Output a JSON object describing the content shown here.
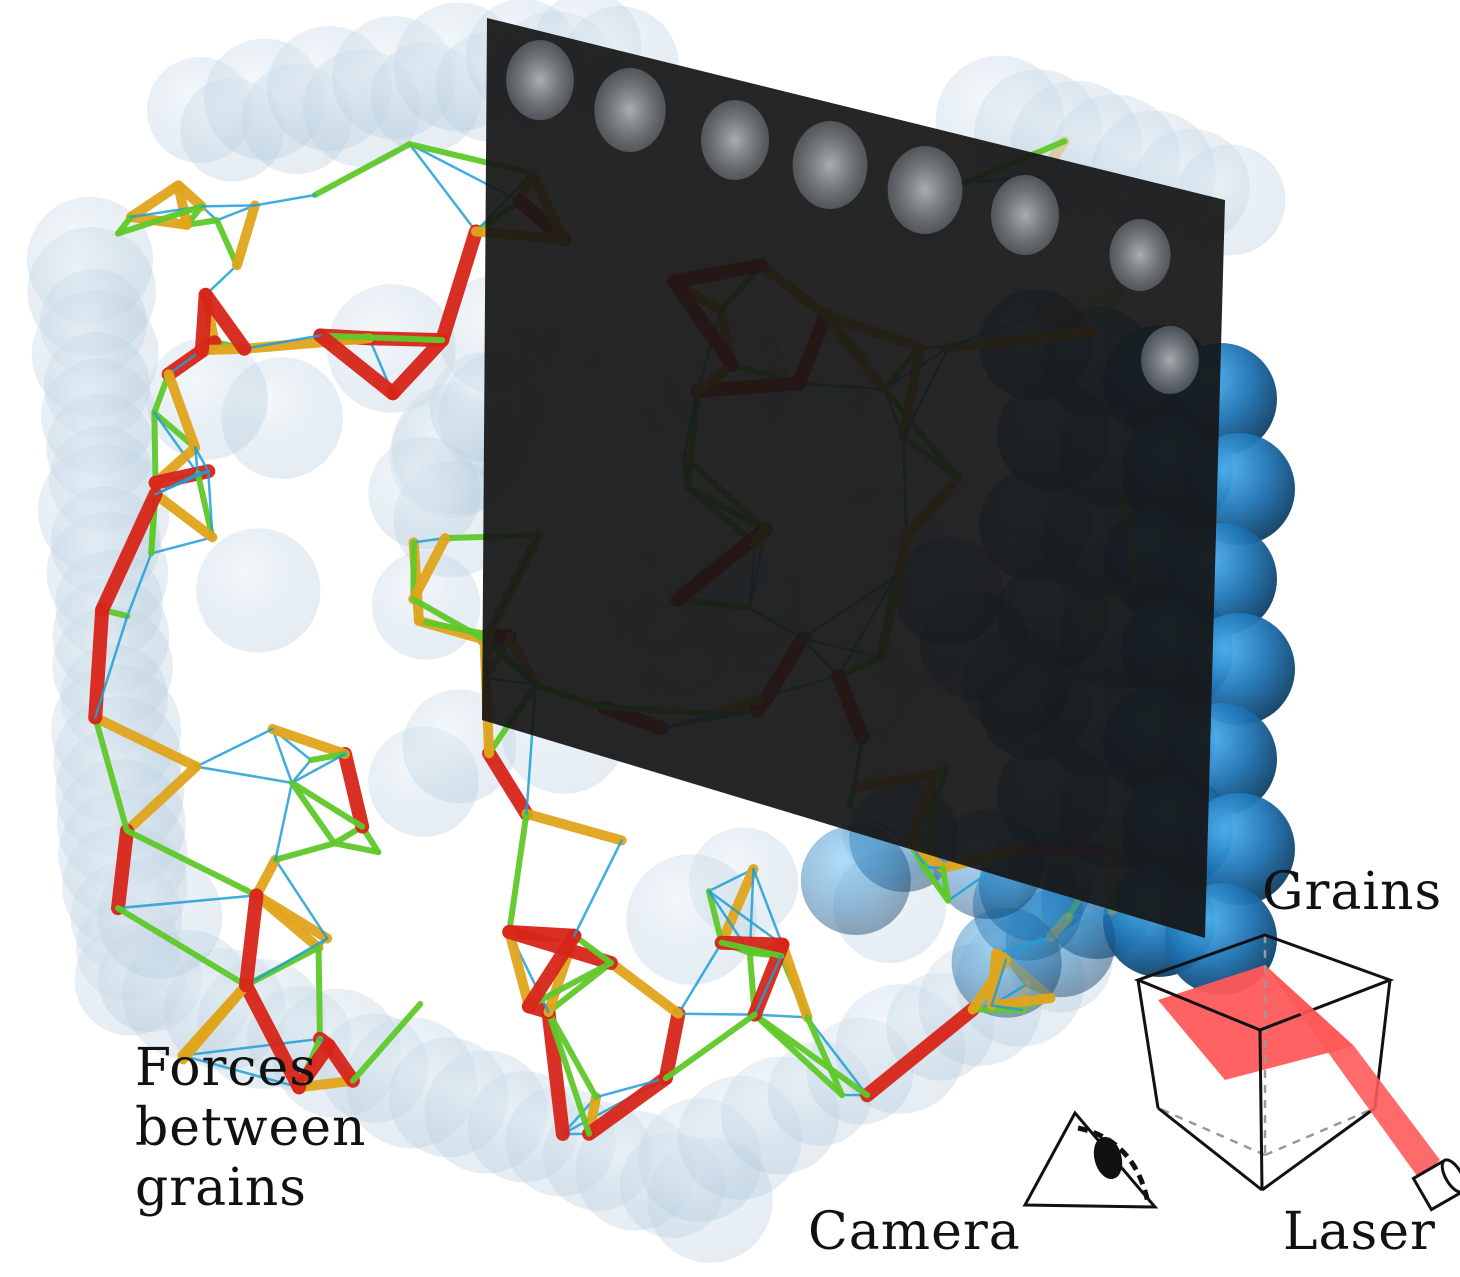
{
  "labels": {
    "forces": [
      "Forces",
      "between",
      "grains"
    ],
    "grains": "Grains",
    "camera": "Camera",
    "laser": "Laser"
  },
  "colors": {
    "grain_faint": "#c9dbe8",
    "grain_blue": "#1f6fa8",
    "screen": "#151515",
    "laser": "#ff5a5a",
    "force_strong": "#d8251a",
    "force_medium": "#e0a51c",
    "force_light": "#5fc92a",
    "force_weak": "#1f9fd6"
  },
  "icons": [
    "cube-icon",
    "laser-icon",
    "eye-icon"
  ]
}
